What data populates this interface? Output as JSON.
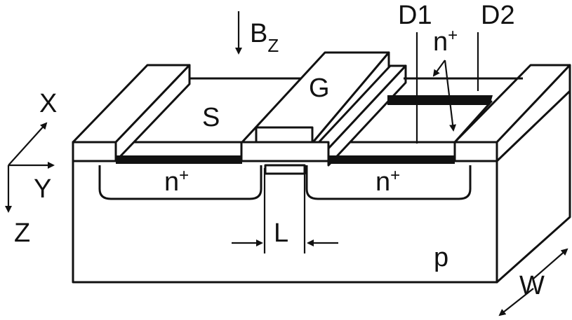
{
  "labels": {
    "field_main": "B",
    "field_sub": "Z",
    "source": "S",
    "gate": "G",
    "drain1": "D1",
    "drain2": "D2",
    "nplus_top_main": "n",
    "nplus_top_sup": "+",
    "nplus_left_main": "n",
    "nplus_left_sup": "+",
    "nplus_right_main": "n",
    "nplus_right_sup": "+",
    "axis_x": "X",
    "axis_y": "Y",
    "axis_z": "Z",
    "length": "L",
    "substrate": "p",
    "width": "W"
  },
  "colors": {
    "stroke": "#111111",
    "fill": "#ffffff",
    "oxide": "#111111"
  }
}
